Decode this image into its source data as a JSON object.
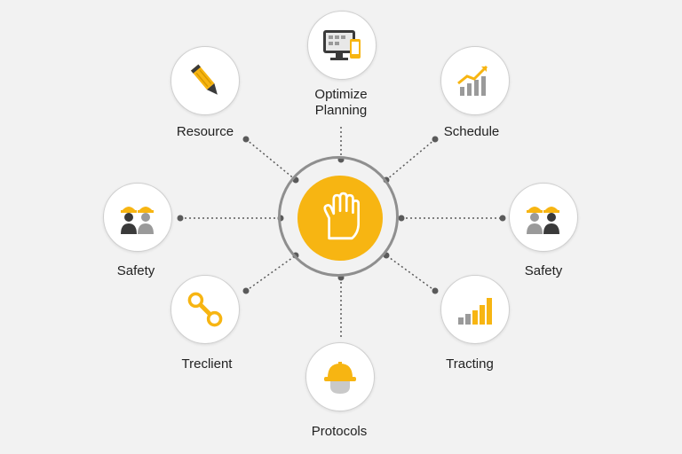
{
  "colors": {
    "accent": "#f7b512",
    "ring": "#8f8f8f",
    "connector": "#5a5a5a",
    "node_border": "#cfcfcf",
    "dark": "#2b2b2b",
    "gray": "#9a9a9a"
  },
  "hub": {
    "icon": "glove-icon"
  },
  "nodes": [
    {
      "label": "Optimize\nPlanning",
      "icon": "monitor-icon"
    },
    {
      "label": "Resource",
      "icon": "pencil-icon"
    },
    {
      "label": "Schedule",
      "icon": "growth-chart-icon"
    },
    {
      "label": "Safety",
      "icon": "workers-icon"
    },
    {
      "label": "Safety",
      "icon": "workers-icon"
    },
    {
      "label": "Treclient",
      "icon": "wrench-icon"
    },
    {
      "label": "Tracting",
      "icon": "bar-chart-icon"
    },
    {
      "label": "Protocols",
      "icon": "hardhat-icon"
    }
  ]
}
